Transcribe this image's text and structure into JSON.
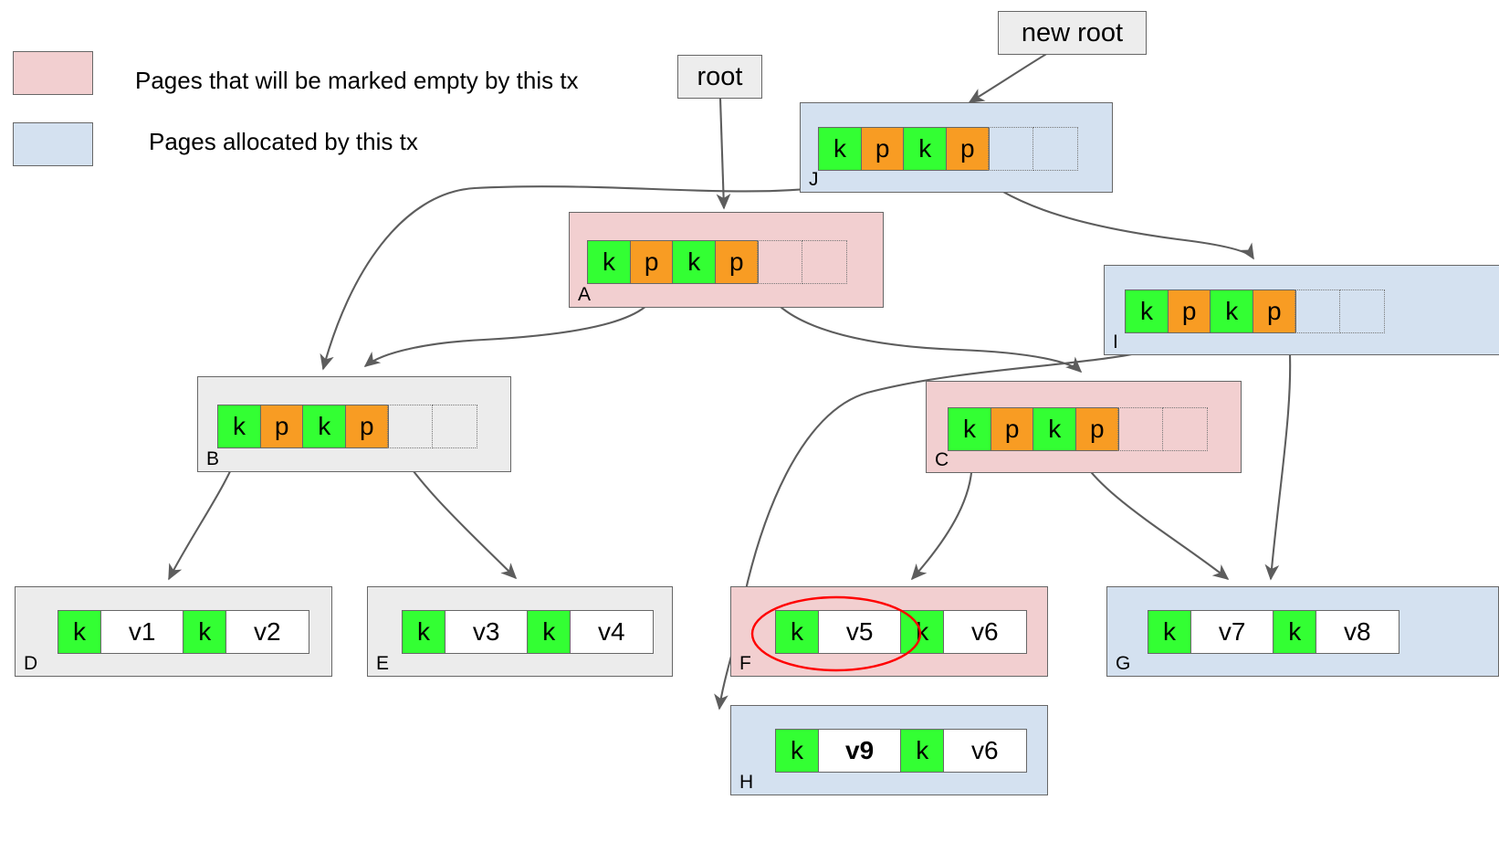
{
  "legend": {
    "items": [
      {
        "swatch_color": "#f2cfd0",
        "label": "Pages that will be marked empty by this tx"
      },
      {
        "swatch_color": "#d4e1f0",
        "label": "Pages allocated by this tx"
      }
    ]
  },
  "callouts": {
    "root": "root",
    "new_root": "new root"
  },
  "colors": {
    "key_cell": "#33ff33",
    "pointer_cell": "#f89c23",
    "value_cell": "#ffffff",
    "page_unchanged": "#ececec",
    "page_freed": "#f2cfd0",
    "page_allocated": "#d4e1f0",
    "highlight": "#ff0000",
    "stroke": "#676767"
  },
  "nodes": {
    "J": {
      "label": "J",
      "kind": "internal",
      "state": "allocated",
      "cells": [
        {
          "type": "k",
          "text": "k"
        },
        {
          "type": "p",
          "text": "p"
        },
        {
          "type": "k",
          "text": "k"
        },
        {
          "type": "p",
          "text": "p"
        },
        {
          "type": "empty",
          "text": ""
        },
        {
          "type": "empty",
          "text": ""
        }
      ]
    },
    "A": {
      "label": "A",
      "kind": "internal",
      "state": "freed",
      "cells": [
        {
          "type": "k",
          "text": "k"
        },
        {
          "type": "p",
          "text": "p"
        },
        {
          "type": "k",
          "text": "k"
        },
        {
          "type": "p",
          "text": "p"
        },
        {
          "type": "empty",
          "text": ""
        },
        {
          "type": "empty",
          "text": ""
        }
      ]
    },
    "I": {
      "label": "I",
      "kind": "internal",
      "state": "allocated",
      "cells": [
        {
          "type": "k",
          "text": "k"
        },
        {
          "type": "p",
          "text": "p"
        },
        {
          "type": "k",
          "text": "k"
        },
        {
          "type": "p",
          "text": "p"
        },
        {
          "type": "empty",
          "text": ""
        },
        {
          "type": "empty",
          "text": ""
        }
      ]
    },
    "B": {
      "label": "B",
      "kind": "internal",
      "state": "unchanged",
      "cells": [
        {
          "type": "k",
          "text": "k"
        },
        {
          "type": "p",
          "text": "p"
        },
        {
          "type": "k",
          "text": "k"
        },
        {
          "type": "p",
          "text": "p"
        },
        {
          "type": "empty",
          "text": ""
        },
        {
          "type": "empty",
          "text": ""
        }
      ]
    },
    "C": {
      "label": "C",
      "kind": "internal",
      "state": "freed",
      "cells": [
        {
          "type": "k",
          "text": "k"
        },
        {
          "type": "p",
          "text": "p"
        },
        {
          "type": "k",
          "text": "k"
        },
        {
          "type": "p",
          "text": "p"
        },
        {
          "type": "empty",
          "text": ""
        },
        {
          "type": "empty",
          "text": ""
        }
      ]
    },
    "D": {
      "label": "D",
      "kind": "leaf",
      "state": "unchanged",
      "cells": [
        {
          "type": "k",
          "text": "k"
        },
        {
          "type": "v",
          "text": "v1"
        },
        {
          "type": "k",
          "text": "k"
        },
        {
          "type": "v",
          "text": "v2"
        }
      ]
    },
    "E": {
      "label": "E",
      "kind": "leaf",
      "state": "unchanged",
      "cells": [
        {
          "type": "k",
          "text": "k"
        },
        {
          "type": "v",
          "text": "v3"
        },
        {
          "type": "k",
          "text": "k"
        },
        {
          "type": "v",
          "text": "v4"
        }
      ]
    },
    "F": {
      "label": "F",
      "kind": "leaf",
      "state": "freed",
      "highlighted": true,
      "cells": [
        {
          "type": "k",
          "text": "k"
        },
        {
          "type": "v",
          "text": "v5"
        },
        {
          "type": "k",
          "text": "k"
        },
        {
          "type": "v",
          "text": "v6"
        }
      ]
    },
    "G": {
      "label": "G",
      "kind": "leaf",
      "state": "allocated",
      "cells": [
        {
          "type": "k",
          "text": "k"
        },
        {
          "type": "v",
          "text": "v7"
        },
        {
          "type": "k",
          "text": "k"
        },
        {
          "type": "v",
          "text": "v8"
        }
      ]
    },
    "H": {
      "label": "H",
      "kind": "leaf",
      "state": "allocated",
      "cells": [
        {
          "type": "k",
          "text": "k"
        },
        {
          "type": "v",
          "text": "v9",
          "bold": true
        },
        {
          "type": "k",
          "text": "k"
        },
        {
          "type": "v",
          "text": "v6"
        }
      ]
    }
  }
}
